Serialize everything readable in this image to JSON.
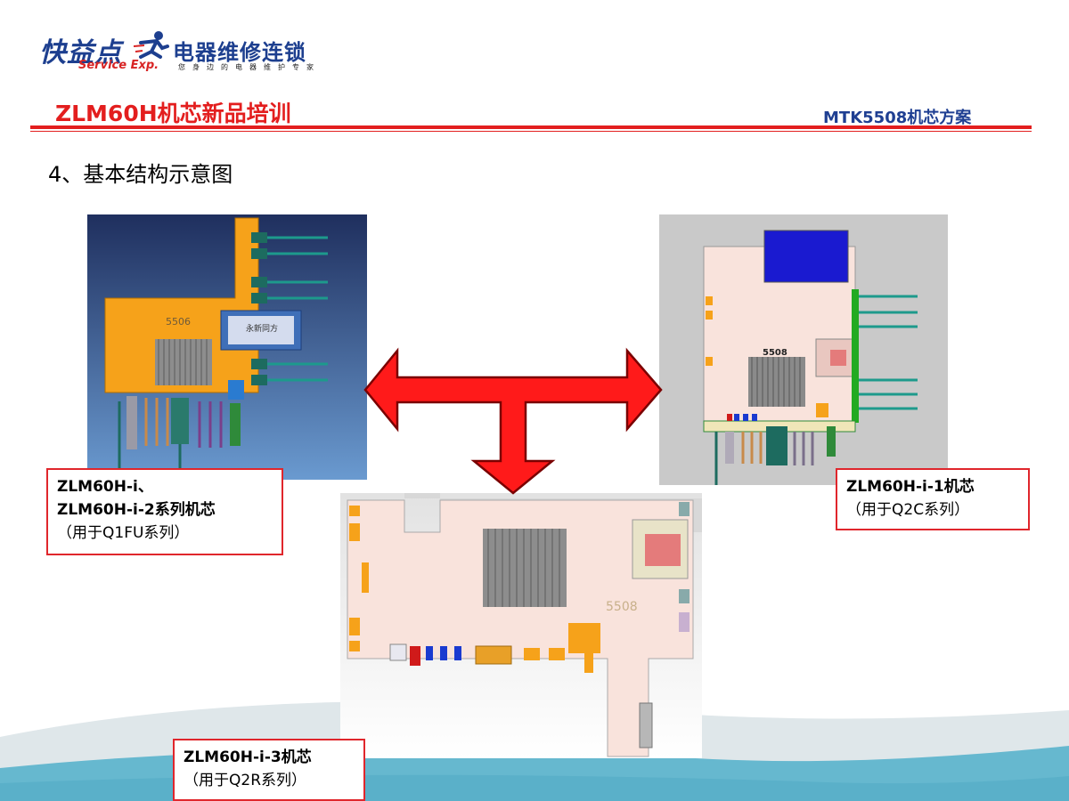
{
  "logo": {
    "main": "快益点",
    "sub": "Service Exp.",
    "brand": "电器维修连锁",
    "tagline": "您身边的电器维护专家"
  },
  "header": {
    "title": "ZLM60H机芯新品培训",
    "subtitle": "MTK5508机芯方案"
  },
  "heading": "4、基本结构示意图",
  "boards": {
    "left": {
      "chip_label": "5506",
      "card_label": "永新同方"
    },
    "right": {
      "chip_label": "5508"
    },
    "bottom": {
      "chip_label": "5508"
    }
  },
  "captions": {
    "left": {
      "line1": "ZLM60H-i、",
      "line2": "ZLM60H-i-2系列机芯",
      "line3": "（用于Q1FU系列）"
    },
    "right": {
      "line1": "ZLM60H-i-1机芯",
      "line2": "（用于Q2C系列）"
    },
    "bottom": {
      "line1": "ZLM60H-i-3机芯",
      "line2": "（用于Q2R系列）"
    }
  },
  "colors": {
    "accent_red": "#e31e1e",
    "brand_blue": "#1f3f92",
    "board_orange": "#f6a21a",
    "board_pink": "#f9e3dc"
  }
}
